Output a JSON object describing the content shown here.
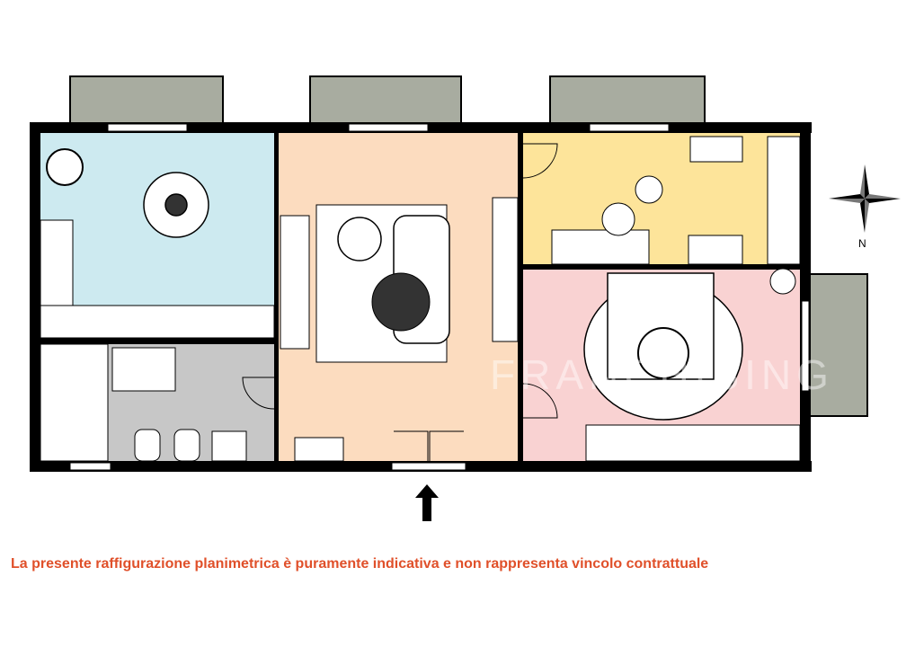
{
  "disclaimer": "La  presente raffigurazione planimetrica è puramente indicativa e non rappresenta vincolo contrattuale",
  "compass": {
    "north_label": "N"
  },
  "watermark": "FRANCHISING",
  "colors": {
    "wall": "#000000",
    "kitchen": "#cdeaf0",
    "living": "#fcdcbf",
    "study": "#fde49a",
    "bedroom": "#f9d2d2",
    "bathroom": "#c7c7c7",
    "balcony": "#a8aca0",
    "disclaimer": "#e0502a"
  },
  "icons": [
    "compass-rose-icon",
    "entrance-arrow-icon",
    "plant-icon",
    "door-swing-icon"
  ]
}
